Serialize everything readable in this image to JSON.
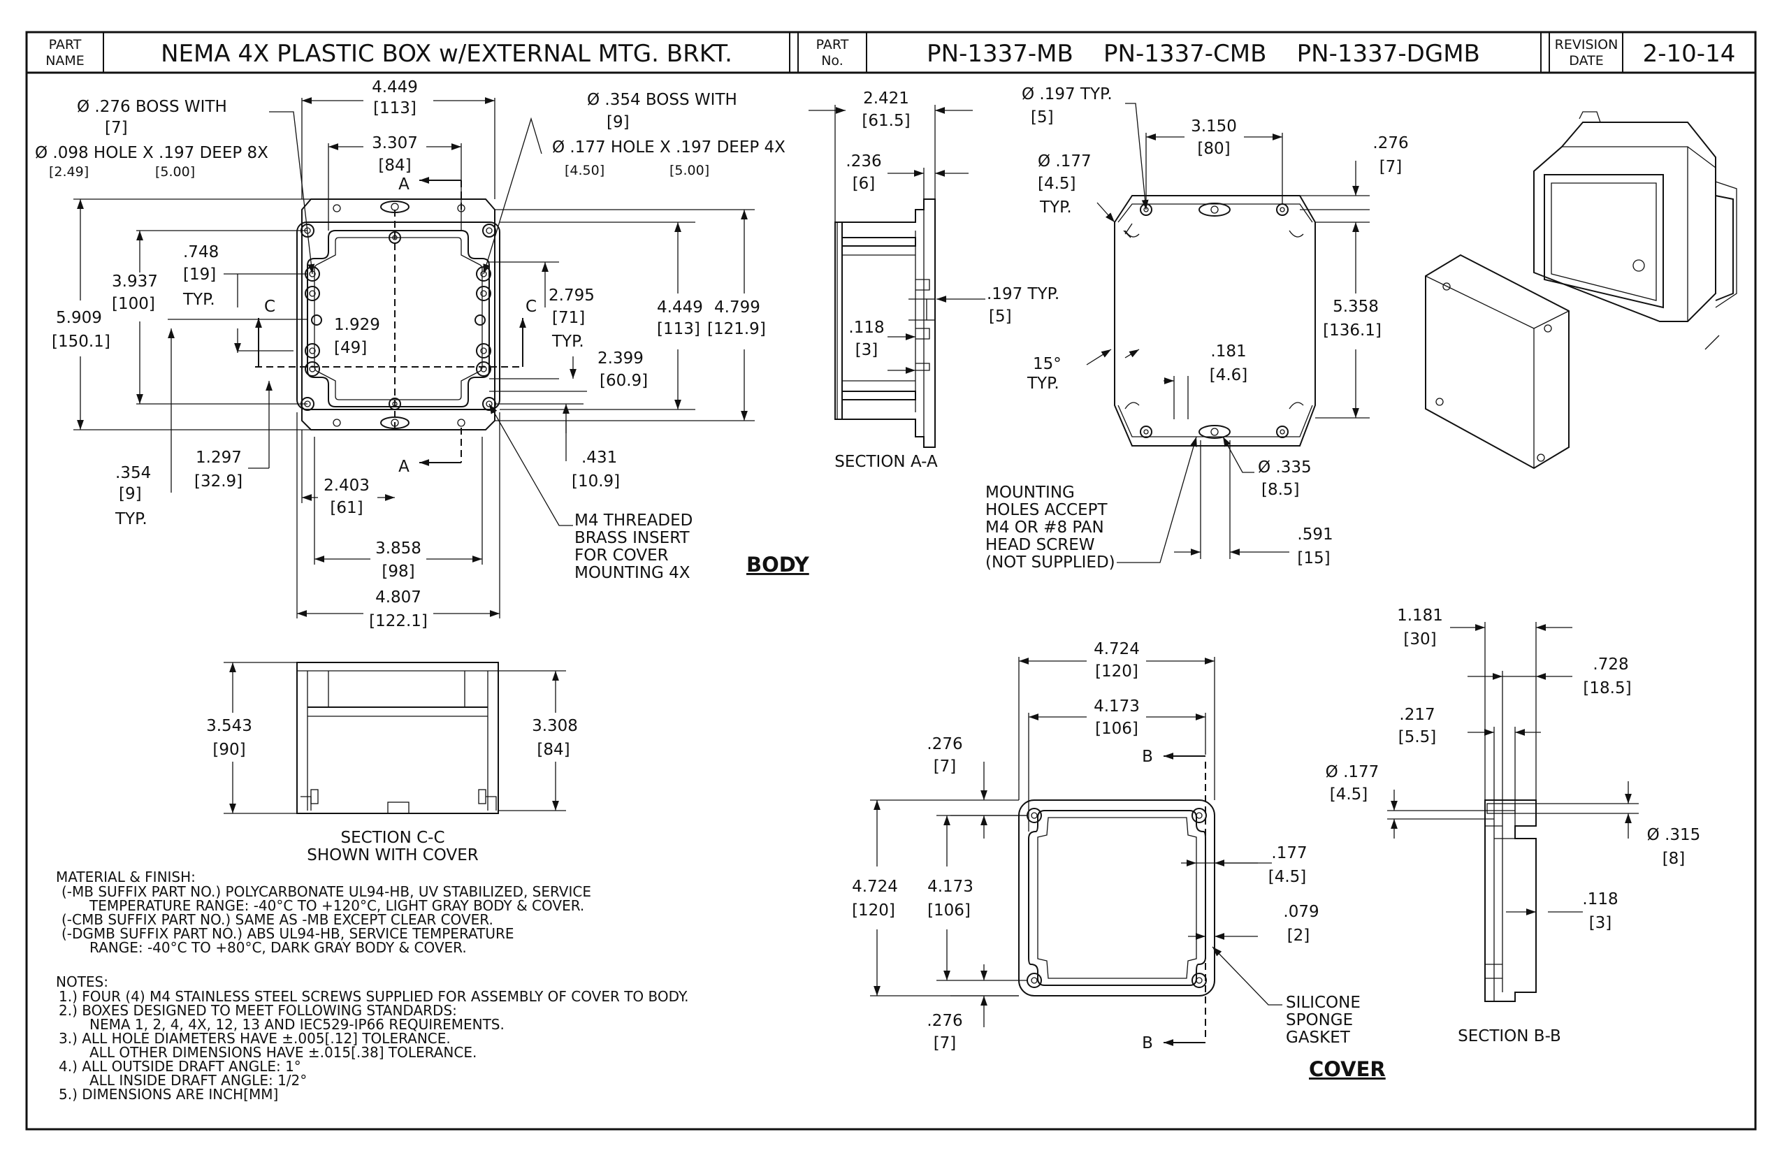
{
  "title_block": {
    "part_name_label_1": "PART",
    "part_name_label_2": "NAME",
    "part_name": "NEMA 4X PLASTIC BOX w/EXTERNAL MTG. BRKT.",
    "part_no_label_1": "PART",
    "part_no_label_2": "No.",
    "part_numbers": "PN-1337-MB    PN-1337-CMB    PN-1337-DGMB",
    "revision_label_1": "REVISION",
    "revision_label_2": "DATE",
    "revision_date": "2-10-14"
  },
  "body_view": {
    "label": "BODY",
    "boss1_l1": "Ø .276 BOSS WITH",
    "boss1_l2": "[7]",
    "boss1_l3": "Ø .098 HOLE X .197 DEEP 8X",
    "boss1_l4a": "[2.49]",
    "boss1_l4b": "[5.00]",
    "boss2_l1": "Ø .354 BOSS WITH",
    "boss2_l2": "[9]",
    "boss2_l3": "Ø .177 HOLE X .197 DEEP 4X",
    "boss2_l4a": "[4.50]",
    "boss2_l4b": "[5.00]",
    "d_4449_top": "4.449",
    "d_113_top": "[113]",
    "d_3307": "3.307",
    "d_84": "[84]",
    "d_748": ".748",
    "d_19": "[19]",
    "typ1": "TYP.",
    "d_3937": "3.937",
    "d_100": "[100]",
    "d_5909": "5.909",
    "d_1501": "[150.1]",
    "d_1929": "1.929",
    "d_49": "[49]",
    "d_2795": "2.795",
    "d_71": "[71]",
    "typ2": "TYP.",
    "d_2399": "2.399",
    "d_609": "[60.9]",
    "d_4449_r": "4.449",
    "d_113_r": "[113]",
    "d_4799": "4.799",
    "d_1219": "[121.9]",
    "d_354": ".354",
    "d_9": "[9]",
    "typ3": "TYP.",
    "d_1297": "1.297",
    "d_329": "[32.9]",
    "d_2403": "2.403",
    "d_61": "[61]",
    "d_431": ".431",
    "d_109": "[10.9]",
    "d_3858": "3.858",
    "d_98": "[98]",
    "d_4807": "4.807",
    "d_1221": "[122.1]",
    "insert_l1": "M4 THREADED",
    "insert_l2": "BRASS INSERT",
    "insert_l3": "FOR COVER",
    "insert_l4": "MOUNTING 4X",
    "sec_a_top": "A",
    "sec_a_bot": "A",
    "sec_c_left": "C",
    "sec_c_right": "C"
  },
  "section_aa": {
    "label": "SECTION A-A",
    "d_2421": "2.421",
    "d_615": "[61.5]",
    "d_236": ".236",
    "d_6": "[6]",
    "d_197": ".197 TYP.",
    "d_5": "[5]",
    "d_118": ".118",
    "d_3": "[3]"
  },
  "mount_view": {
    "d_197typ": "Ø .197 TYP.",
    "d_5": "[5]",
    "d_3150": "3.150",
    "d_80": "[80]",
    "d_276": ".276",
    "d_7": "[7]",
    "d_177": "Ø .177",
    "d_45": "[4.5]",
    "typ": "TYP.",
    "d_5358": "5.358",
    "d_1361": "[136.1]",
    "d_15deg": "15°",
    "typ2": "TYP.",
    "d_181": ".181",
    "d_46": "[4.6]",
    "d_335": "Ø .335",
    "d_85": "[8.5]",
    "d_591": ".591",
    "d_15": "[15]",
    "mh_l1": "MOUNTING",
    "mh_l2": "HOLES ACCEPT",
    "mh_l3": "M4 OR #8 PAN",
    "mh_l4": "HEAD SCREW",
    "mh_l5": "(NOT SUPPLIED)"
  },
  "section_cc": {
    "label1": "SECTION C-C",
    "label2": "SHOWN WITH COVER",
    "d_3543": "3.543",
    "d_90": "[90]",
    "d_3308": "3.308",
    "d_84": "[84]"
  },
  "material": {
    "heading": "MATERIAL & FINISH:",
    "l1": "(-MB SUFFIX PART NO.) POLYCARBONATE UL94-HB, UV STABILIZED, SERVICE",
    "l2": "TEMPERATURE RANGE: -40°C TO +120°C, LIGHT GRAY BODY & COVER.",
    "l3": "(-CMB SUFFIX PART NO.) SAME AS -MB EXCEPT CLEAR COVER.",
    "l4": "(-DGMB SUFFIX PART NO.) ABS UL94-HB, SERVICE TEMPERATURE",
    "l5": "RANGE: -40°C TO +80°C, DARK GRAY BODY & COVER."
  },
  "notes": {
    "heading": "NOTES:",
    "n1": "1.) FOUR (4) M4 STAINLESS STEEL SCREWS SUPPLIED FOR ASSEMBLY OF COVER TO BODY.",
    "n2": "2.) BOXES DESIGNED TO MEET FOLLOWING STANDARDS:",
    "n2b": "NEMA 1, 2, 4, 4X, 12, 13 AND IEC529-IP66 REQUIREMENTS.",
    "n3": "3.) ALL HOLE DIAMETERS HAVE ±.005[.12] TOLERANCE.",
    "n3b": "ALL OTHER DIMENSIONS HAVE ±.015[.38] TOLERANCE.",
    "n4": "4.) ALL OUTSIDE DRAFT ANGLE: 1°",
    "n4b": "ALL INSIDE DRAFT ANGLE: 1/2°",
    "n5": "5.) DIMENSIONS ARE INCH[MM]"
  },
  "cover_view": {
    "label": "COVER",
    "d_4724_top": "4.724",
    "d_120_top": "[120]",
    "d_4173_top": "4.173",
    "d_106_top": "[106]",
    "d_276_top": ".276",
    "d_7_top": "[7]",
    "d_4724_l": "4.724",
    "d_120_l": "[120]",
    "d_4173_l": "4.173",
    "d_106_l": "[106]",
    "d_276_bot": ".276",
    "d_7_bot": "[7]",
    "d_177": ".177",
    "d_45": "[4.5]",
    "d_079": ".079",
    "d_2": "[2]",
    "gasket_l1": "SILICONE",
    "gasket_l2": "SPONGE",
    "gasket_l3": "GASKET",
    "sec_b_top": "B",
    "sec_b_bot": "B"
  },
  "section_bb": {
    "label": "SECTION B-B",
    "d_1181": "1.181",
    "d_30": "[30]",
    "d_728": ".728",
    "d_185": "[18.5]",
    "d_217": ".217",
    "d_55": "[5.5]",
    "d_177": "Ø .177",
    "d_45": "[4.5]",
    "d_315": "Ø .315",
    "d_8": "[8]",
    "d_118": ".118",
    "d_3": "[3]"
  }
}
